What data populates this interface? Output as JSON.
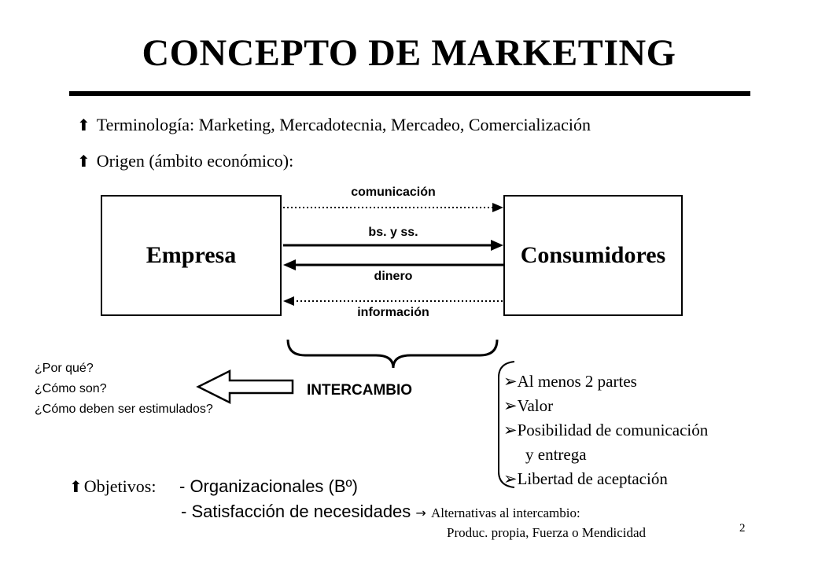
{
  "title": "CONCEPTO DE MARKETING",
  "bullets": {
    "terminologia": "Terminología: Marketing, Mercadotecnia, Mercadeo, Comercialización",
    "origen": "Origen (ámbito económico):"
  },
  "diagram": {
    "left_box": "Empresa",
    "right_box": "Consumidores",
    "flows": {
      "comunicacion": "comunicación",
      "bienes": "bs. y ss.",
      "dinero": "dinero",
      "informacion": "información"
    },
    "brace_label": "INTERCAMBIO"
  },
  "questions": [
    "¿Por qué?",
    "¿Cómo son?",
    "¿Cómo deben ser estimulados?"
  ],
  "conditions": [
    "Al menos 2 partes",
    "Valor",
    "Posibilidad de comunicación",
    "y entrega",
    "Libertad de aceptación"
  ],
  "objetivos": {
    "label": "Objetivos:",
    "item1": "- Organizacionales (Bº)",
    "item2": "- Satisfacción de necesidades",
    "alt_label": "Alternativas al intercambio:",
    "alt_values": "Produc. propia, Fuerza o Mendicidad"
  },
  "page_number": "2",
  "icons": {
    "bullet": "up-arrow-bullet-icon",
    "check": "right-triangle-check-icon",
    "arrow": "right-arrow-icon"
  }
}
